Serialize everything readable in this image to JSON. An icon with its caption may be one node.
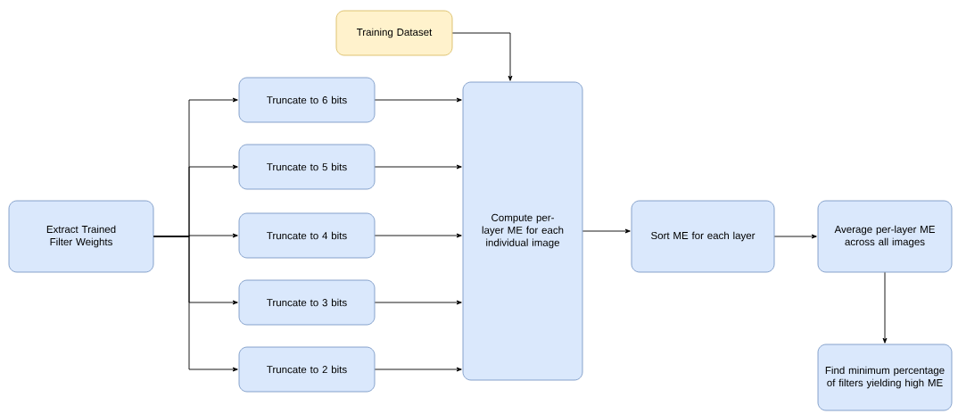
{
  "diagram": {
    "nodes": [
      {
        "text": [
          "Training Dataset"
        ]
      },
      {
        "text": [
          "Extract Trained Filter Weights"
        ]
      },
      {
        "text": [
          "Truncate to 6 bits"
        ]
      },
      {
        "text": [
          "Truncate to 5 bits"
        ]
      },
      {
        "text": [
          "Truncate to 4 bits"
        ]
      },
      {
        "text": [
          "Truncate to 3 bits"
        ]
      },
      {
        "text": [
          "Truncate to 2 bits"
        ]
      },
      {
        "text": [
          "Compute per-layer ME for each individual image"
        ]
      },
      {
        "text": [
          "Sort ME for each layer"
        ]
      },
      {
        "text": [
          "Average per-layer ME across all images"
        ]
      },
      {
        "text": [
          "Find minimum percentage of filters yielding high ME"
        ]
      }
    ],
    "edges": [
      {
        "from": 0,
        "to": 7,
        "arrow": "to"
      },
      {
        "from": 1,
        "to": 2,
        "arrow": "to"
      },
      {
        "from": 1,
        "to": 3,
        "arrow": "to"
      },
      {
        "from": 1,
        "to": 4,
        "arrow": "to"
      },
      {
        "from": 1,
        "to": 5,
        "arrow": "to"
      },
      {
        "from": 1,
        "to": 6,
        "arrow": "to"
      },
      {
        "from": 2,
        "to": 7,
        "arrow": "to"
      },
      {
        "from": 3,
        "to": 7,
        "arrow": "to"
      },
      {
        "from": 4,
        "to": 7,
        "arrow": "to"
      },
      {
        "from": 5,
        "to": 7,
        "arrow": "to"
      },
      {
        "from": 6,
        "to": 7,
        "arrow": "to"
      },
      {
        "from": 7,
        "to": 8,
        "arrow": "to"
      },
      {
        "from": 8,
        "to": 9,
        "arrow": "to"
      },
      {
        "from": 9,
        "to": 10,
        "arrow": "to"
      }
    ]
  }
}
